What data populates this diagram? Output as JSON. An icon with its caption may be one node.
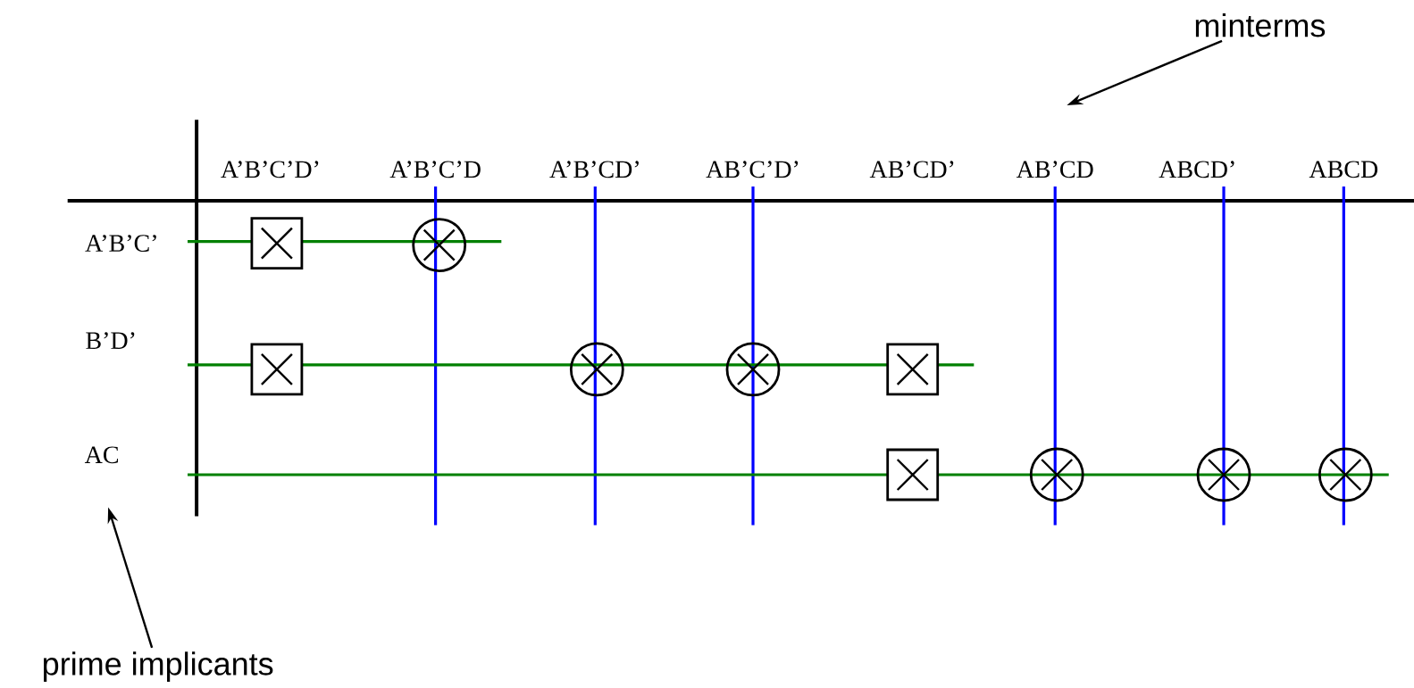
{
  "diagram": {
    "nodes": [
      {
        "text": [
          "minterms"
        ]
      },
      {
        "text": [
          "prime implicants"
        ]
      }
    ],
    "edges": [
      {
        "from": 0,
        "to": null,
        "arrow": "to"
      },
      {
        "from": 1,
        "to": null,
        "arrow": "to"
      }
    ],
    "labels": [
      "A’B’C’D’",
      "A’B’C’D",
      "A’B’CD’",
      "AB’C’D’",
      "AB’CD’",
      "AB’CD",
      "ABCD’",
      "ABCD",
      "A’B’C’",
      "B’D’",
      "AC"
    ]
  }
}
